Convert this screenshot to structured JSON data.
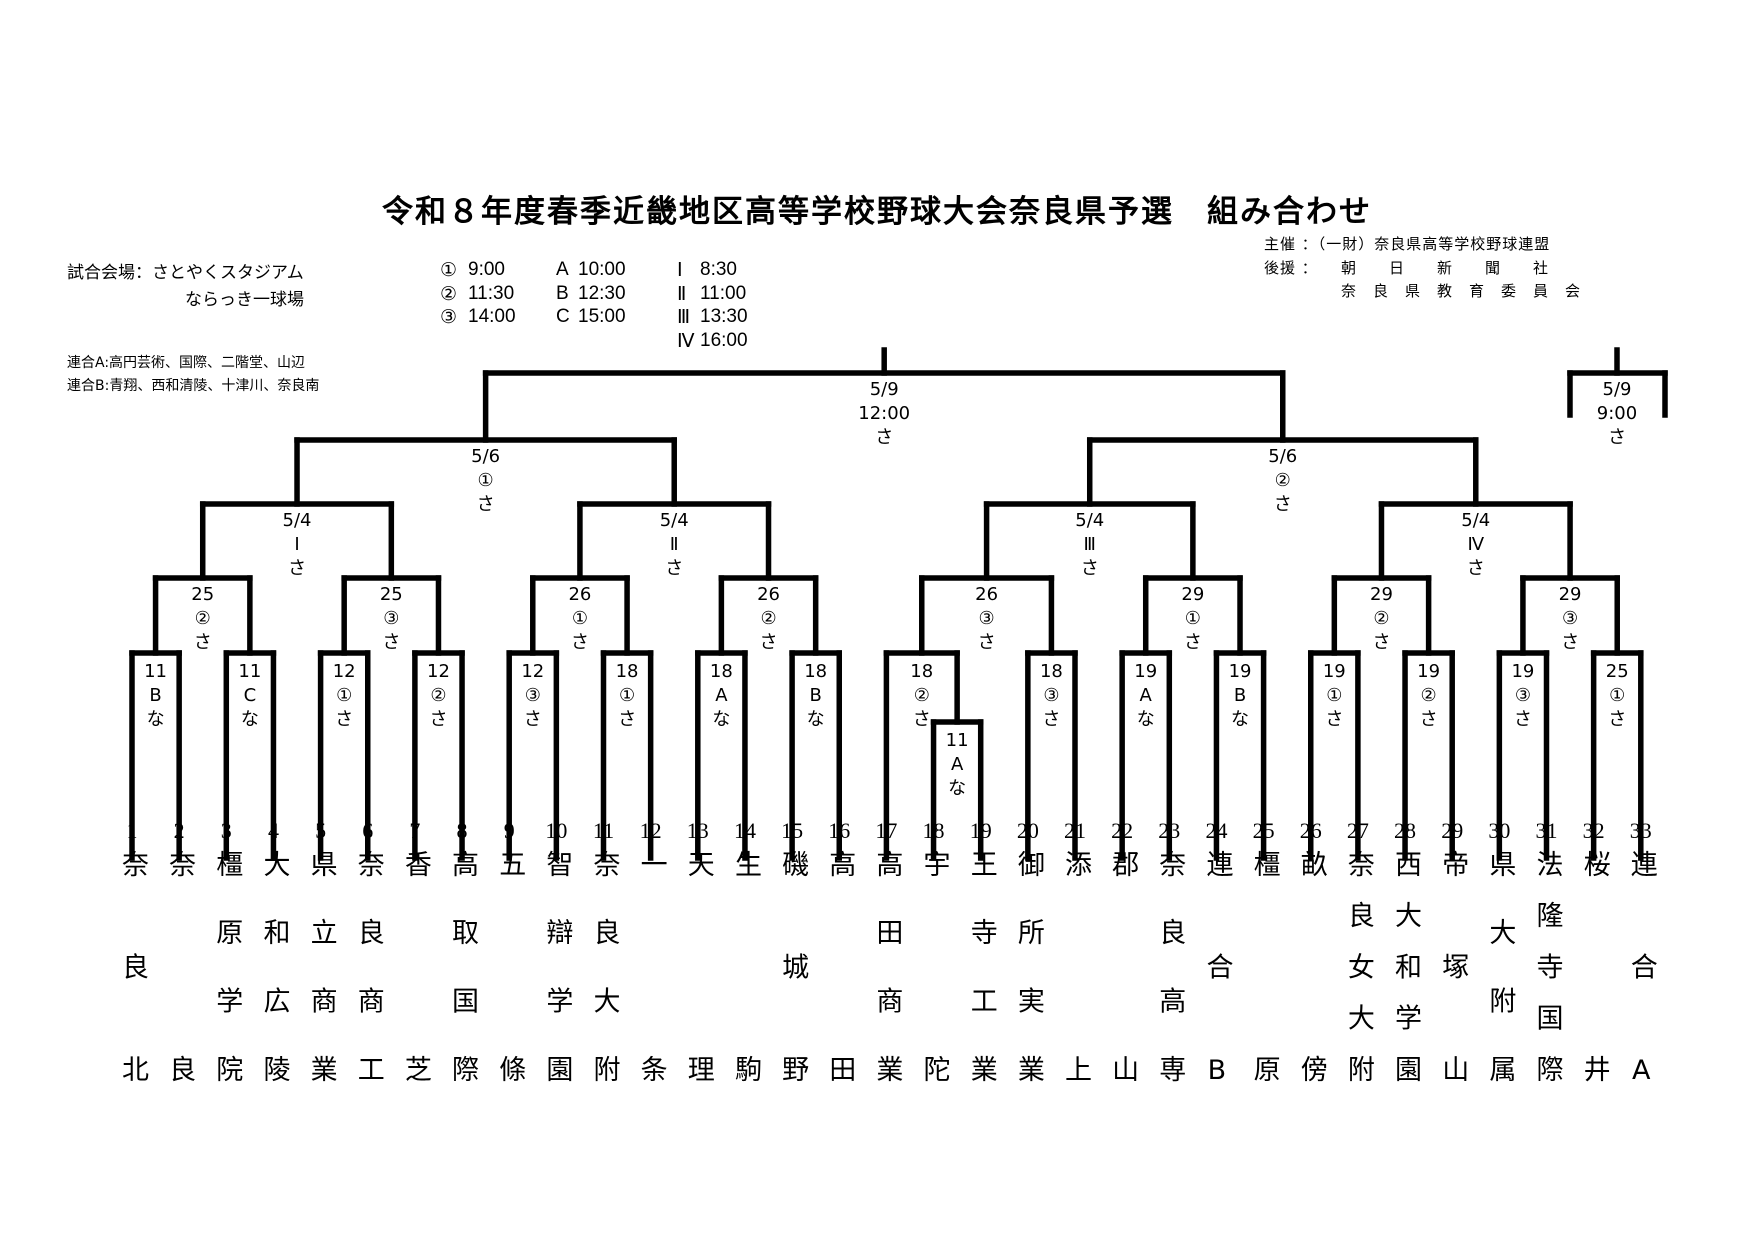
{
  "title": "令和８年度春季近畿地区高等学校野球大会奈良県予選　組み合わせ",
  "venue": {
    "label": "試合会場：さとやくスタジアム",
    "second": "ならっき一球場"
  },
  "times": [
    [
      "①",
      "9:00",
      "A",
      "10:00",
      "Ⅰ",
      "8:30"
    ],
    [
      "②",
      "11:30",
      "B",
      "12:30",
      "Ⅱ",
      "11:00"
    ],
    [
      "③",
      "14:00",
      "C",
      "15:00",
      "Ⅲ",
      "13:30"
    ],
    [
      "",
      "",
      "",
      "",
      "Ⅳ",
      "16:00"
    ]
  ],
  "rengo": {
    "a": "連合A:高円芸術、国際、二階堂、山辺",
    "b": "連合B:青翔、西和清陵、十津川、奈良南"
  },
  "organizers": {
    "host": "主催 ：（一財）奈良県高等学校野球連盟",
    "support_label": "後援 ：",
    "support1": "朝　　日　　新　　聞　　社",
    "support2": "奈　良　県　教　育　委　員　会"
  },
  "bracket": {
    "round1": [
      [
        "11",
        "B",
        "な"
      ],
      [
        "11",
        "C",
        "な"
      ],
      [
        "12",
        "①",
        "さ"
      ],
      [
        "12",
        "②",
        "さ"
      ],
      [
        "12",
        "③",
        "さ"
      ],
      [
        "18",
        "①",
        "さ"
      ],
      [
        "18",
        "A",
        "な"
      ],
      [
        "18",
        "B",
        "な"
      ],
      [
        "18",
        "②",
        "さ"
      ],
      [
        "18",
        "③",
        "さ"
      ],
      [
        "19",
        "A",
        "な"
      ],
      [
        "19",
        "B",
        "な"
      ],
      [
        "19",
        "①",
        "さ"
      ],
      [
        "19",
        "②",
        "さ"
      ],
      [
        "19",
        "③",
        "さ"
      ],
      [
        "25",
        "①",
        "さ"
      ]
    ],
    "preliminary": [
      "11",
      "A",
      "な"
    ],
    "round2": [
      [
        "25",
        "②",
        "さ"
      ],
      [
        "25",
        "③",
        "さ"
      ],
      [
        "26",
        "①",
        "さ"
      ],
      [
        "26",
        "②",
        "さ"
      ],
      [
        "26",
        "③",
        "さ"
      ],
      [
        "29",
        "①",
        "さ"
      ],
      [
        "29",
        "②",
        "さ"
      ],
      [
        "29",
        "③",
        "さ"
      ]
    ],
    "round3": [
      [
        "5/4",
        "Ⅰ",
        "さ"
      ],
      [
        "5/4",
        "Ⅱ",
        "さ"
      ],
      [
        "5/4",
        "Ⅲ",
        "さ"
      ],
      [
        "5/4",
        "Ⅳ",
        "さ"
      ]
    ],
    "semifinal": [
      [
        "5/6",
        "①",
        "さ"
      ],
      [
        "5/6",
        "②",
        "さ"
      ]
    ],
    "final": [
      "5/9",
      "12:00",
      "さ"
    ],
    "extra": [
      "5/9",
      "9:00",
      "さ"
    ]
  },
  "teams": [
    "奈良北",
    "奈良",
    "橿原学院",
    "大和広陵",
    "県立商業",
    "奈良商工",
    "香芝",
    "高取国際",
    "五條",
    "智辯学園",
    "奈良大附",
    "一条",
    "天理",
    "生駒",
    "磯城野",
    "高田",
    "高田商業",
    "宇陀",
    "王寺工業",
    "御所実業",
    "添上",
    "郡山",
    "奈良高専",
    "連合B",
    "橿原",
    "畝傍",
    "奈良女大附",
    "西大和学園",
    "帝塚山",
    "県大附属",
    "法隆寺国際",
    "桜井",
    "連合A"
  ]
}
